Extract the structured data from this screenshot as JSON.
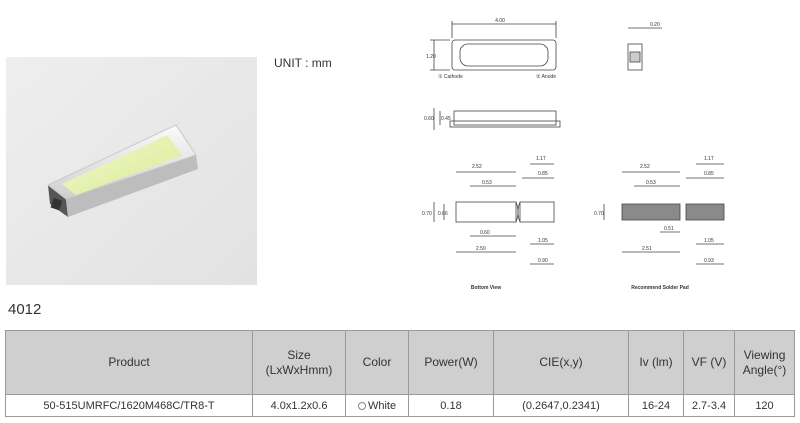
{
  "unit_label": "UNIT : mm",
  "model": "4012",
  "drawing": {
    "top_length": "4.00",
    "top_height": "1.20",
    "side_width": "0.20",
    "cathode_label": "① Cathode",
    "anode_label": "② Anode",
    "profile_dim_a": "0.60",
    "profile_dim_b": "0.45",
    "bottom_view_label": "Bottom View",
    "solder_pad_label": "Recommend Solder Pad",
    "bottom_dims": [
      "2.52",
      "1.17",
      "0.53",
      "0.85",
      "0.70",
      "0.66",
      "0.60",
      "2.50",
      "1.05",
      "0.90"
    ],
    "pad_dims": [
      "2.52",
      "1.17",
      "0.53",
      "0.85",
      "0.70",
      "0.51",
      "2.51",
      "1.05",
      "0.93"
    ]
  },
  "table": {
    "headers": [
      "Product",
      "Size\n(LxWxHmm)",
      "Color",
      "Power(W)",
      "CIE(x,y)",
      "Iv (lm)",
      "VF (V)",
      "Viewing\nAngle(°)"
    ],
    "row": {
      "product": "50-515UMRFC/1620M468C/TR8-T",
      "size": "4.0x1.2x0.6",
      "color": "White",
      "power": "0.18",
      "cie": "(0.2647,0.2341)",
      "iv": "16-24",
      "vf": "2.7-3.4",
      "angle": "120"
    }
  }
}
